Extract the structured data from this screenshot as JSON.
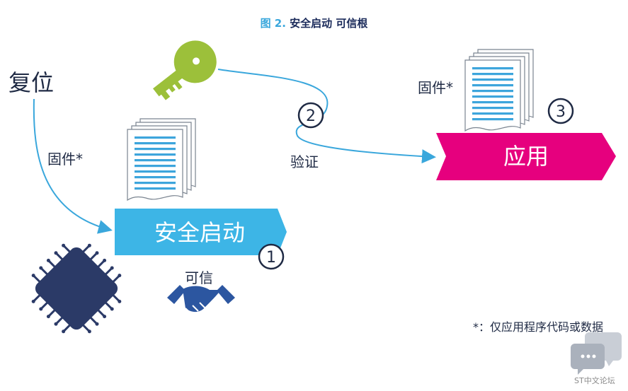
{
  "title": {
    "figure": "图 2.",
    "text": "安全启动 可信根"
  },
  "labels": {
    "reset": "复位",
    "firmware_left": "固件*",
    "firmware_right": "固件*",
    "verify": "验证",
    "trust": "可信",
    "secure_boot": "安全启动",
    "application": "应用",
    "footnote": "*：仅应用程序代码或数据"
  },
  "steps": {
    "one": "1",
    "two": "2",
    "three": "3"
  },
  "watermark": "ST中文论坛",
  "colors": {
    "secure_boot": "#3db5e6",
    "application": "#e6007e",
    "key": "#9cc03a",
    "chip": "#2b3a67",
    "handshake": "#2c56a0",
    "arrow": "#3aa7dc",
    "document_line": "#3da5dc"
  }
}
